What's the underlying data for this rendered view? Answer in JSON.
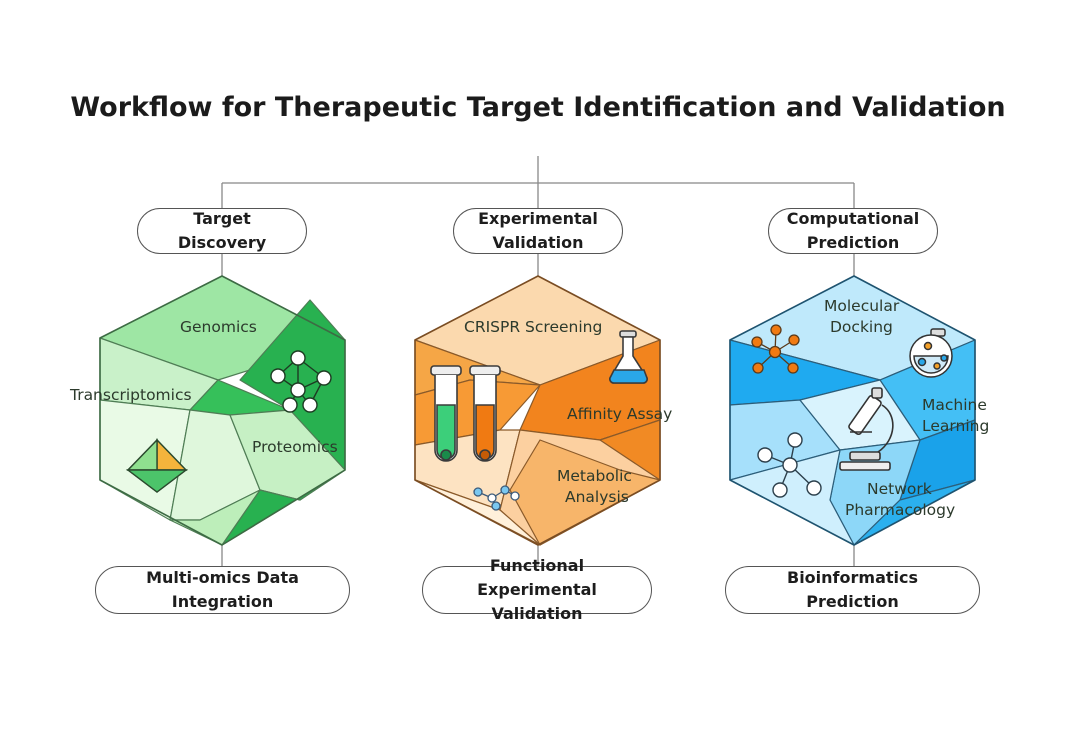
{
  "title": "Workflow for Therapeutic Target Identification and Validation",
  "stages": [
    {
      "top": [
        "Target",
        "Discovery"
      ],
      "bottom": [
        "Multi-omics Data",
        "Integration"
      ],
      "color": "#3fc26a",
      "labels": [
        "Genomics",
        "Transcriptomics",
        "Proteomics"
      ],
      "icons": [
        "network-icon",
        "prism-icon"
      ]
    },
    {
      "top": [
        "Experimental",
        "Validation"
      ],
      "bottom": [
        "Functional Experimental",
        "Validation"
      ],
      "color": "#f28a1e",
      "labels": [
        "CRISPR Screening",
        "Affinity Assay",
        "Metabolic",
        "Analysis"
      ],
      "icons": [
        "test-tubes-icon",
        "flask-icon",
        "molecule-icon"
      ]
    },
    {
      "top": [
        "Computational",
        "Prediction"
      ],
      "bottom": [
        "Bioinformatics",
        "Prediction"
      ],
      "color": "#1aa9ea",
      "labels": [
        "Molecular",
        "Docking",
        "Machine",
        "Learning",
        "Network",
        "Pharmacology"
      ],
      "icons": [
        "molecule-icon",
        "mortar-icon",
        "microscope-icon",
        "network-icon"
      ]
    }
  ]
}
